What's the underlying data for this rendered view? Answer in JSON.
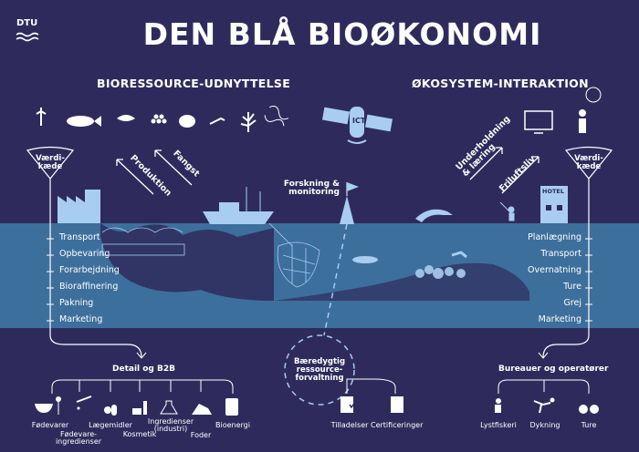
{
  "logo": "DTU",
  "title": "DEN BLÅ BIOØKONOMI",
  "left_section": "BIORESSOURCE-UDNYTTELSE",
  "right_section": "ØKOSYSTEM-INTERAKTION",
  "funnel_label": "Værdi-kæde",
  "arrows": {
    "production": "Produktion",
    "catch": "Fangst",
    "entertainment": "Underholdning & læring",
    "outdoor": "Friluftsliv"
  },
  "satellite_label": "ICT",
  "research": "Forskning & monitoring",
  "hotel": "HOTEL",
  "left_chain": [
    "Transport",
    "Opbevaring",
    "Forarbejdning",
    "Bioraffinering",
    "Pakning",
    "Marketing"
  ],
  "right_chain": [
    "Planlægning",
    "Transport",
    "Overnatning",
    "Ture",
    "Grej",
    "Marketing"
  ],
  "retail": {
    "title": "Detail og B2B",
    "items": [
      "Fødevarer",
      "Fødevare-ingredienser",
      "Lægemidler",
      "Kosmetik",
      "Ingredienser (industri)",
      "Foder",
      "Bioenergi"
    ]
  },
  "management": {
    "title": "Bæredygtig ressource-forvaltning",
    "items": [
      "Tilladelser",
      "Certificeringer"
    ]
  },
  "operators": {
    "title": "Bureauer og operatører",
    "items": [
      "Lystfiskeri",
      "Dykning",
      "Ture"
    ]
  },
  "colors": {
    "bg": "#2e2b5c",
    "sea": "#3d6f9c",
    "light": "#a8cdf0"
  }
}
